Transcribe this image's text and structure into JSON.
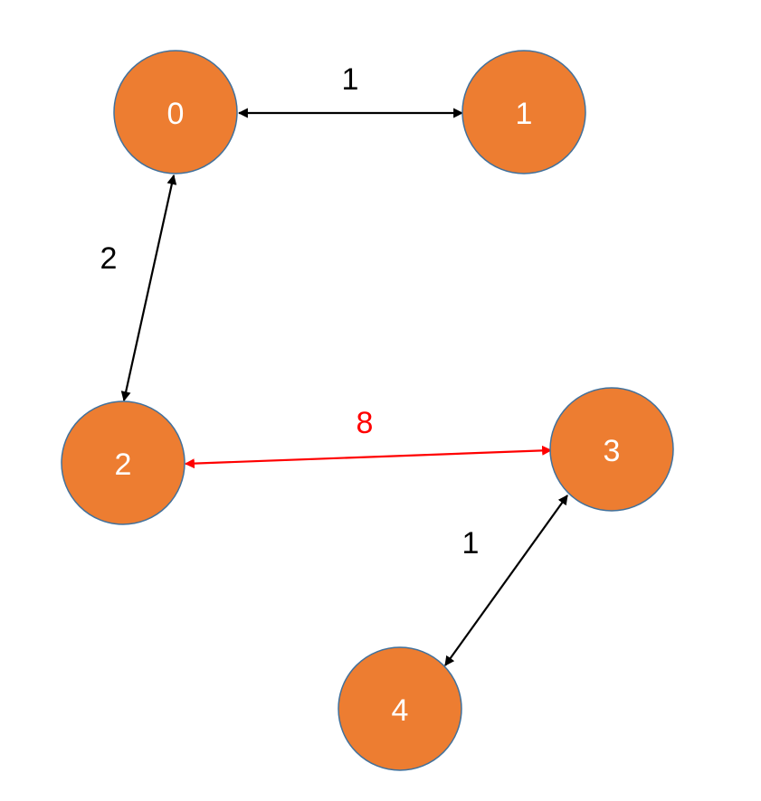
{
  "colors": {
    "node_fill": "#ed7d31",
    "node_stroke": "#41719c",
    "node_text": "#ffffff",
    "edge_default": "#000000",
    "edge_highlight": "#ff0000"
  },
  "nodes": [
    {
      "id": "n0",
      "label": "0"
    },
    {
      "id": "n1",
      "label": "1"
    },
    {
      "id": "n2",
      "label": "2"
    },
    {
      "id": "n3",
      "label": "3"
    },
    {
      "id": "n4",
      "label": "4"
    }
  ],
  "edges": [
    {
      "id": "e01",
      "from": "n0",
      "to": "n1",
      "weight": "1",
      "highlight": false,
      "arrows": "both"
    },
    {
      "id": "e02",
      "from": "n0",
      "to": "n2",
      "weight": "2",
      "highlight": false,
      "arrows": "both"
    },
    {
      "id": "e23",
      "from": "n2",
      "to": "n3",
      "weight": "8",
      "highlight": true,
      "arrows": "both"
    },
    {
      "id": "e34",
      "from": "n3",
      "to": "n4",
      "weight": "1",
      "highlight": false,
      "arrows": "both"
    }
  ]
}
